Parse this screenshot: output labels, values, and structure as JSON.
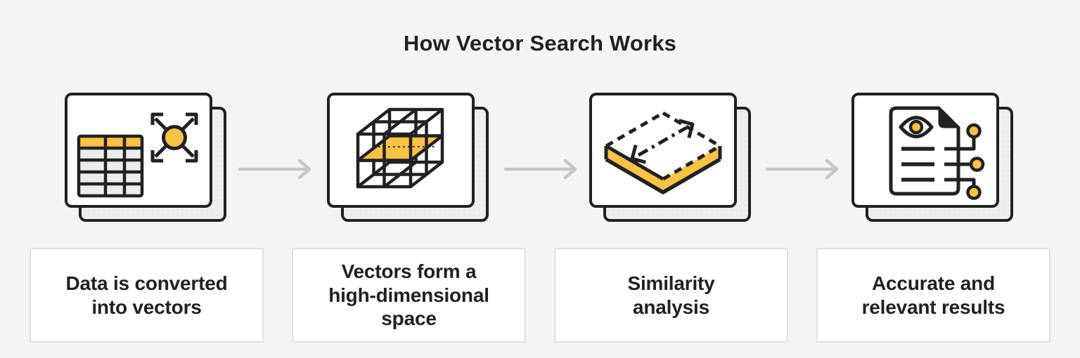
{
  "title": "How Vector Search Works",
  "colors": {
    "background": "#F5F4F5",
    "ink": "#232021",
    "accent_yellow": "#F6C343",
    "cell_gray": "#ECECEC",
    "card_back": "#F0EFF0",
    "arrow_gray": "#C7C6C7",
    "label_border": "#DFDEE1",
    "card_white": "#FFFFFF"
  },
  "steps": [
    {
      "label": "Data is converted\ninto vectors",
      "icon": "table-vectors-icon"
    },
    {
      "label": "Vectors form a\nhigh-dimensional\nspace",
      "icon": "dimensional-cube-icon"
    },
    {
      "label": "Similarity\nanalysis",
      "icon": "similarity-plane-icon"
    },
    {
      "label": "Accurate and\nrelevant results",
      "icon": "results-document-icon"
    }
  ],
  "connectors": {
    "icon": "flow-arrow-icon",
    "count": 3
  }
}
